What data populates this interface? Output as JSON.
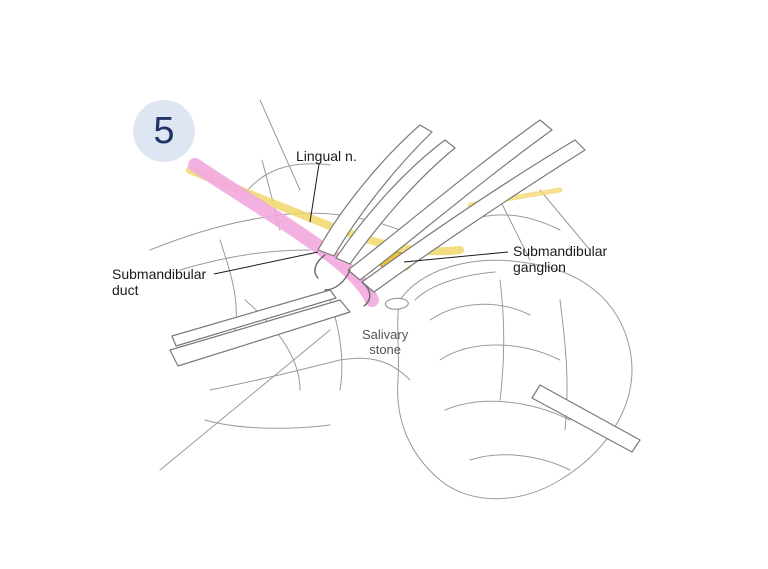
{
  "step": {
    "number": "5"
  },
  "labels": {
    "lingual_nerve": "Lingual n.",
    "duct_line1": "Submandibular",
    "duct_line2": "duct",
    "ganglion_line1": "Submandibular",
    "ganglion_line2": "ganglion",
    "stone_line1": "Salivary",
    "stone_line2": "stone"
  },
  "colors": {
    "badge_bg": "#dfe6f3",
    "badge_text": "#1f3566",
    "duct_pink": "#f2a9df",
    "nerve_yellow": "#f1d76b",
    "ganglion_gold": "#e8c23a",
    "pencil": "#8a8a8a"
  }
}
